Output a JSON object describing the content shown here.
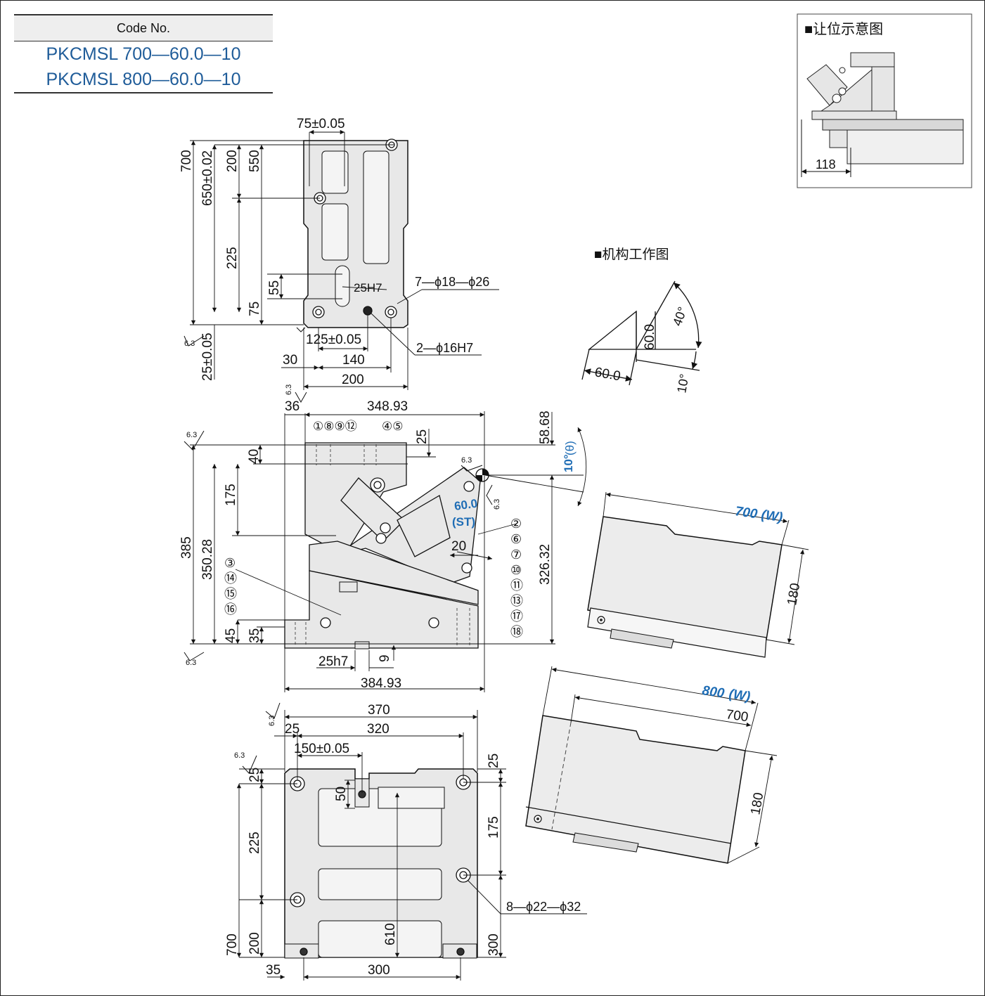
{
  "code_table": {
    "header": "Code No.",
    "rows": [
      "PKCMSL 700—60.0—10",
      "PKCMSL 800—60.0—10"
    ]
  },
  "clearance_view": {
    "title": "■让位示意图",
    "dim": "118"
  },
  "mechanism_view": {
    "title": "■机构工作图",
    "horizontal": "60.0",
    "vertical": "60.0",
    "angle_main": "40°",
    "angle_small": "10°"
  },
  "top_view": {
    "d_75": "75±0.05",
    "d_700": "700",
    "d_650": "650±0.02",
    "d_200": "200",
    "d_550": "550",
    "d_225": "225",
    "d_55": "55",
    "d_75b": "75",
    "d_25h7": "25H7",
    "holes": "7—ϕ18—ϕ26",
    "d_125": "125±0.05",
    "pins": "2—ϕ16H7",
    "d_25": "25±0.05",
    "d_30": "30",
    "d_140": "140",
    "d_200w": "200",
    "roughness": "6.3"
  },
  "front_view": {
    "d_36": "36",
    "d_348": "348.93",
    "d_58": "58.68",
    "theta": "(θ)",
    "d_10deg": "10°",
    "parts_top": "①⑧⑨⑫",
    "parts_top2": "④⑤",
    "d_25": "25",
    "d_40": "40",
    "d_175": "175",
    "d_385": "385",
    "d_350": "350.28",
    "stroke": "60.0",
    "stroke_st": "(ST)",
    "parts_right": [
      "②",
      "⑥",
      "⑦",
      "⑩",
      "⑪",
      "⑬",
      "⑰",
      "⑱"
    ],
    "parts_left": [
      "③",
      "⑭",
      "⑮",
      "⑯"
    ],
    "d_20": "20",
    "d_326": "326.32",
    "d_45": "45",
    "d_35": "35",
    "d_25h7": "25h7",
    "d_9": "9",
    "d_384": "384.93",
    "roughness": "6.3"
  },
  "bottom_view": {
    "d_370": "370",
    "d_25": "25",
    "d_320": "320",
    "d_150": "150±0.05",
    "d_25r": "25",
    "d_25l": "25",
    "d_50": "50",
    "d_225": "225",
    "d_175": "175",
    "holes": "8—ϕ22—ϕ32",
    "d_610": "610",
    "d_700": "700",
    "d_200": "200",
    "d_300r": "300",
    "d_35": "35",
    "d_300": "300",
    "roughness": "6.3"
  },
  "iso_700": {
    "width": "700",
    "w": "(W)",
    "depth": "180"
  },
  "iso_800": {
    "width": "800",
    "w": "(W)",
    "length": "700",
    "depth": "180"
  }
}
